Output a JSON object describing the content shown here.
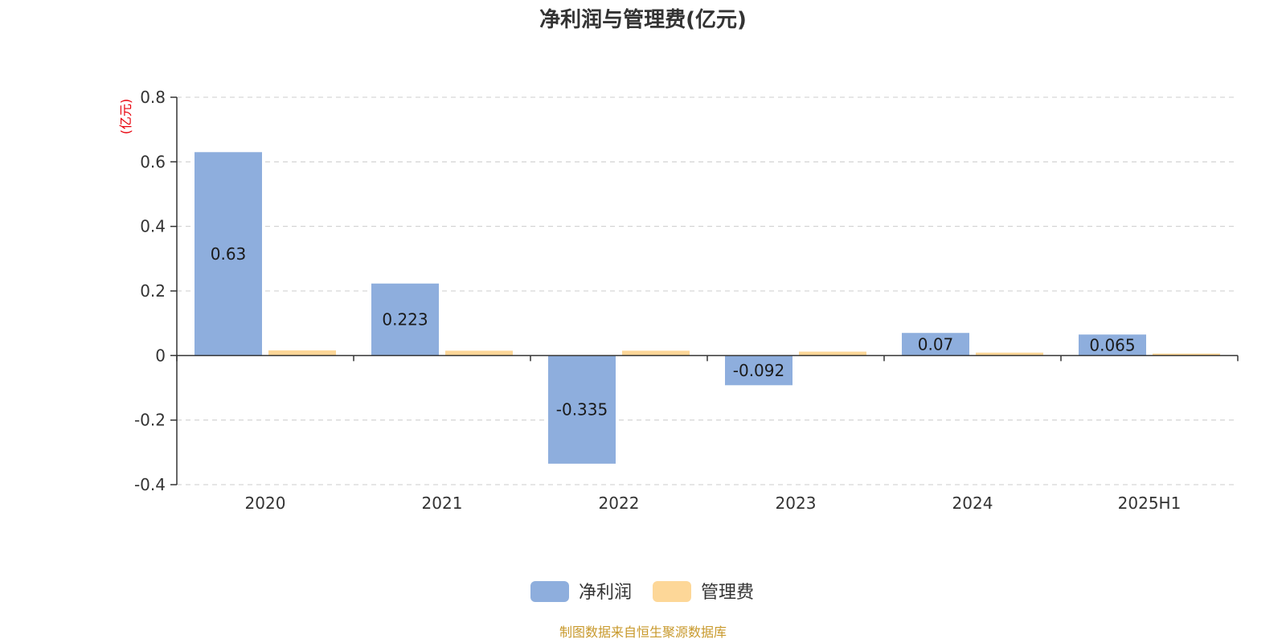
{
  "chart_data": {
    "type": "bar",
    "title": "净利润与管理费(亿元)",
    "ylabel": "(亿元)",
    "categories": [
      "2020",
      "2021",
      "2022",
      "2023",
      "2024",
      "2025H1"
    ],
    "series": [
      {
        "name": "净利润",
        "values": [
          0.63,
          0.223,
          -0.335,
          -0.092,
          0.07,
          0.065
        ],
        "color": "#8eaedd",
        "show_labels": true
      },
      {
        "name": "管理费",
        "values": [
          0.016,
          0.015,
          0.015,
          0.012,
          0.009,
          0.006
        ],
        "color": "#fdd798",
        "show_labels": false
      }
    ],
    "data_labels": [
      "0.63",
      "0.223",
      "-0.335",
      "-0.092",
      "0.07",
      "0.065"
    ],
    "ylim": [
      -0.4,
      0.8
    ],
    "yticks": [
      0.8,
      0.6,
      0.4,
      0.2,
      0,
      -0.2,
      -0.4
    ],
    "ytick_labels": [
      "0.8",
      "0.6",
      "0.4",
      "0.2",
      "0",
      "-0.2",
      "-0.4"
    ],
    "grid": true,
    "legend_position": "bottom-center",
    "unit_color": "#e8000b",
    "source_color": "#c8992c"
  },
  "footer": {
    "source": "制图数据来自恒生聚源数据库"
  }
}
